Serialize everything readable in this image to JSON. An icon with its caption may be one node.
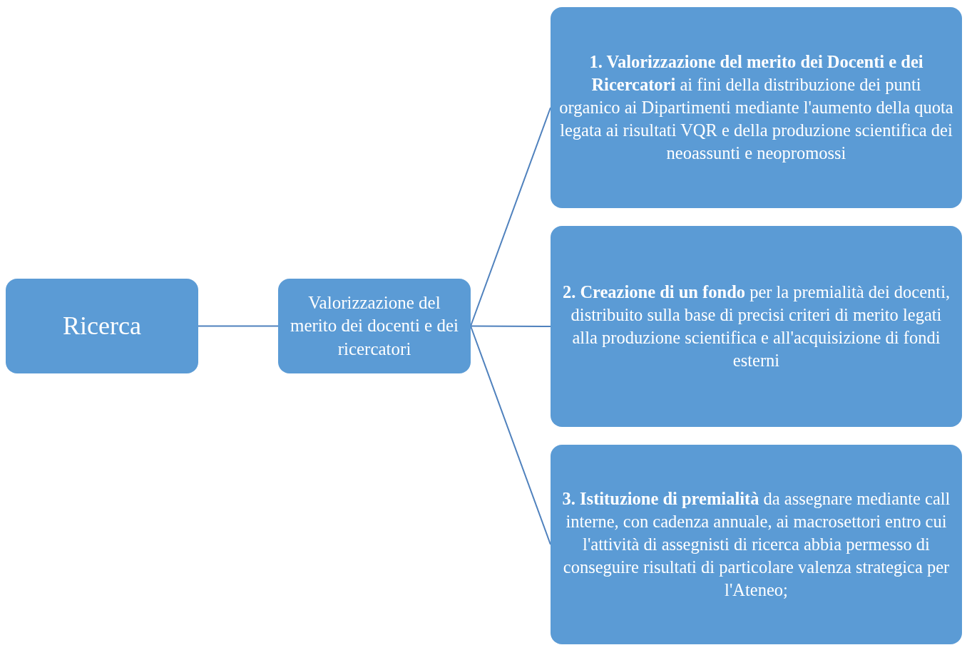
{
  "diagram": {
    "nodes": [
      {
        "text": [
          "Ricerca"
        ]
      },
      {
        "text": [
          "Valorizzazione del merito dei docenti e dei ricercatori"
        ]
      },
      {
        "text": [
          "**1. Valorizzazione del merito dei Docenti e dei Ricercatori** ai fini della distribuzione dei punti organico ai Dipartimenti mediante l'aumento della quota legata ai risultati VQR e della produzione scientifica dei neoassunti e neopromossi"
        ]
      },
      {
        "text": [
          "**2. Creazione di un fondo** per la premialità dei docenti, distribuito sulla base di precisi criteri di merito legati alla produzione scientifica e all'acquisizione di fondi esterni"
        ]
      },
      {
        "text": [
          "**3. Istituzione di premialità** da assegnare mediante call interne, con cadenza annuale, ai macrosettori entro cui l'attività di assegnisti di ricerca abbia permesso di conseguire risultati di particolare valenza strategica per l'Ateneo;"
        ]
      }
    ],
    "edges": [
      {
        "from": 0,
        "to": 1,
        "arrow": "none"
      },
      {
        "from": 1,
        "to": 2,
        "arrow": "none"
      },
      {
        "from": 1,
        "to": 3,
        "arrow": "none"
      },
      {
        "from": 1,
        "to": 4,
        "arrow": "none"
      }
    ]
  }
}
